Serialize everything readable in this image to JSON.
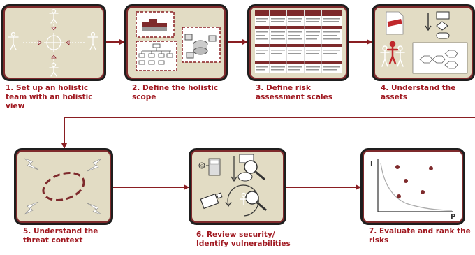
{
  "steps": [
    {
      "label": "1. Set up an holistic\nteam with an holistic\nview",
      "icon": "team-view-icon"
    },
    {
      "label": "2. Define the holistic\nscope",
      "icon": "scope-icon"
    },
    {
      "label": "3. Define risk\nassessment scales",
      "icon": "scales-table-icon"
    },
    {
      "label": "4. Understand the\nassets",
      "icon": "assets-icon"
    },
    {
      "label": "5. Understand the\nthreat context",
      "icon": "threat-icon"
    },
    {
      "label": "6. Review security/\nIdentify vulnerabilities",
      "icon": "vulnerability-icon"
    },
    {
      "label": "7. Evaluate and rank the\nrisks",
      "icon": "risk-plot-icon"
    }
  ],
  "risk_plot": {
    "y_axis": "I",
    "x_axis": "P"
  },
  "colors": {
    "frame": "#7e2a2c",
    "panel": "#e2dcc4",
    "label": "#a01820",
    "arrow": "#8a1e22"
  }
}
